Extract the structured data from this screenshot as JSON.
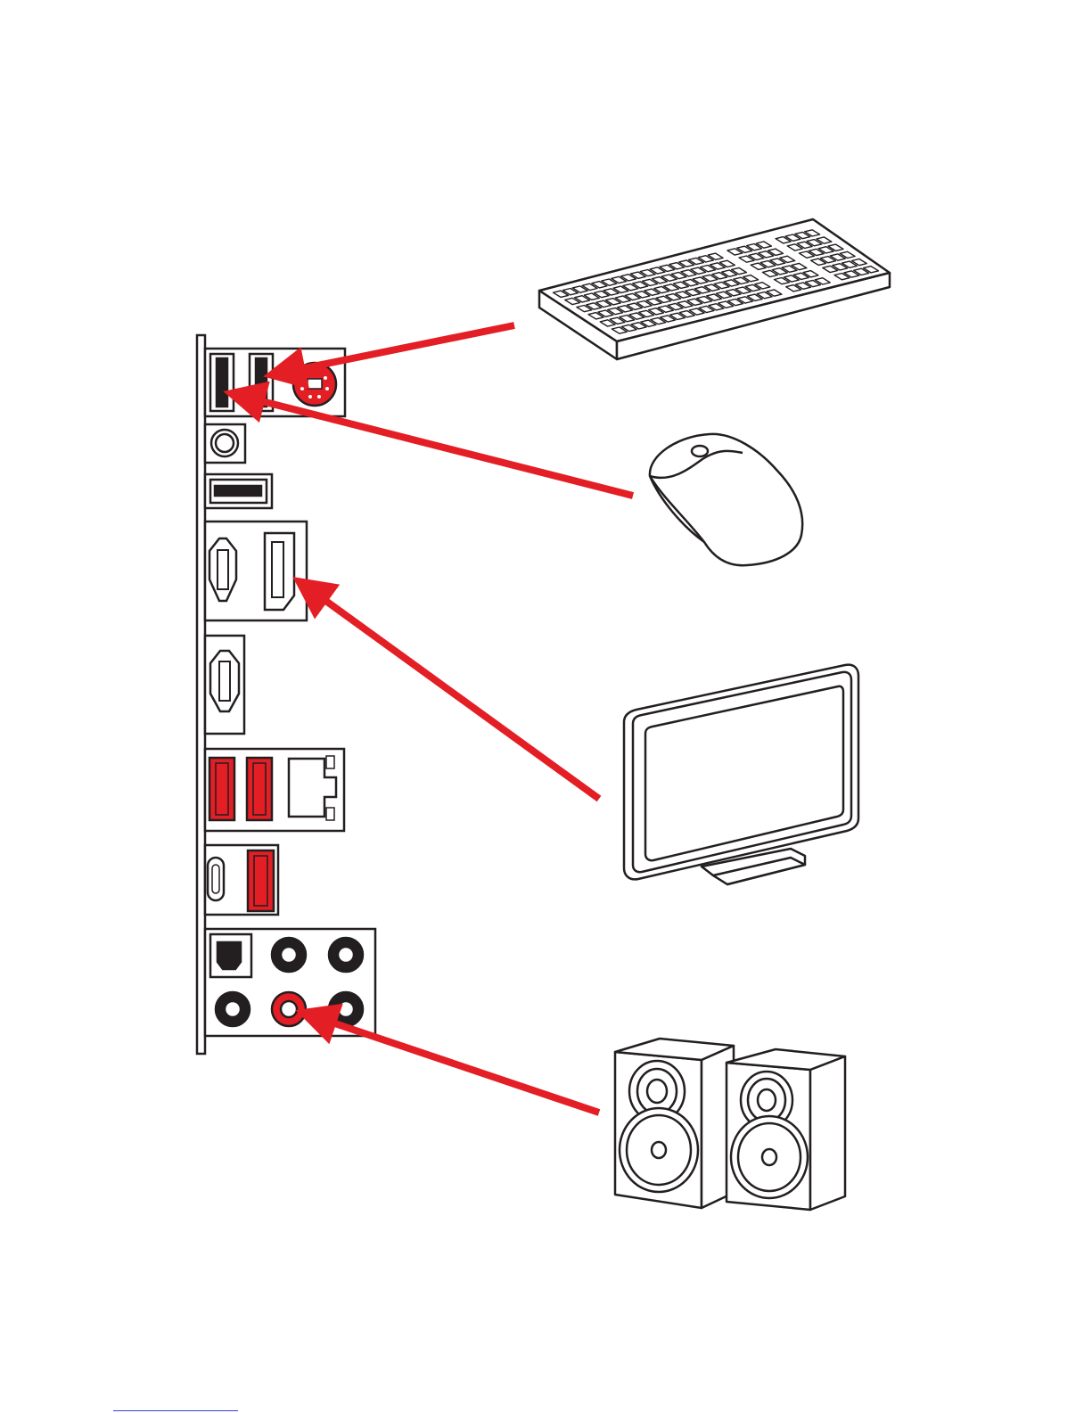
{
  "diagram": {
    "devices": [
      {
        "id": "keyboard",
        "icon": "keyboard-icon",
        "port": "ps2-usb-port"
      },
      {
        "id": "mouse",
        "icon": "mouse-icon",
        "port": "usb-port"
      },
      {
        "id": "monitor",
        "icon": "monitor-icon",
        "port": "displayport-port"
      },
      {
        "id": "speakers",
        "icon": "speakers-icon",
        "port": "audio-line-out-jack"
      }
    ],
    "colors": {
      "arrow": "#e31e24",
      "highlight_port": "#e31e24",
      "line": "#231f20",
      "background": "#ffffff"
    },
    "footer_link": ""
  }
}
